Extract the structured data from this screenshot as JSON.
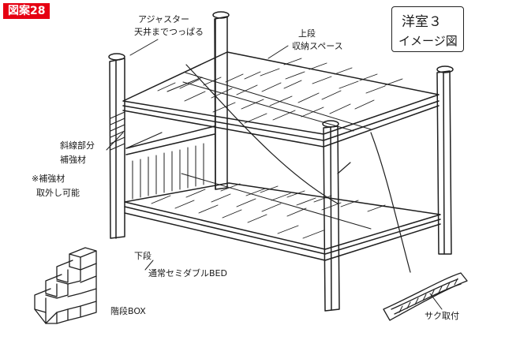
{
  "badge": {
    "label": "図案28",
    "color": "#e60012"
  },
  "title": {
    "line1": "洋室３",
    "line2": "イメージ図"
  },
  "notes": {
    "adjuster_1": "アジャスター",
    "adjuster_2": "天井までつっぱる",
    "upper_1": "上段",
    "upper_2": "収納スペース",
    "brace_1": "斜線部分",
    "brace_2": "補強材",
    "brace_3": "※補強材",
    "brace_4": "取外し可能",
    "lower_1": "下段",
    "lower_2": "通常セミダブルBED",
    "stair": "階段BOX",
    "fence": "サク取付"
  },
  "colors": {
    "ink": "#1a1a1a",
    "badge": "#e60012",
    "background": "#ffffff"
  }
}
